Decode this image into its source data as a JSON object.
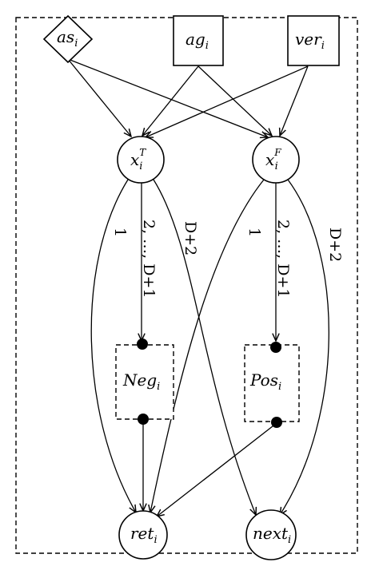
{
  "nodes": {
    "as": {
      "base": "as",
      "sub": "i"
    },
    "ag": {
      "base": "ag",
      "sub": "i"
    },
    "ver": {
      "base": "ver",
      "sub": "i"
    },
    "xT": {
      "base": "x",
      "sub": "i",
      "sup": "T"
    },
    "xF": {
      "base": "x",
      "sub": "i",
      "sup": "F"
    },
    "neg": {
      "base": "Neg",
      "sub": "i"
    },
    "pos": {
      "base": "Pos",
      "sub": "i"
    },
    "ret": {
      "base": "ret",
      "sub": "i"
    },
    "next": {
      "base": "next",
      "sub": "i"
    }
  },
  "edge_labels": {
    "xT_ret": "1",
    "xT_neg": "2, …, D+1",
    "xT_next": "D+2",
    "xF_ret": "1",
    "xF_pos": "2, …, D+1",
    "xF_next": "D+2"
  }
}
